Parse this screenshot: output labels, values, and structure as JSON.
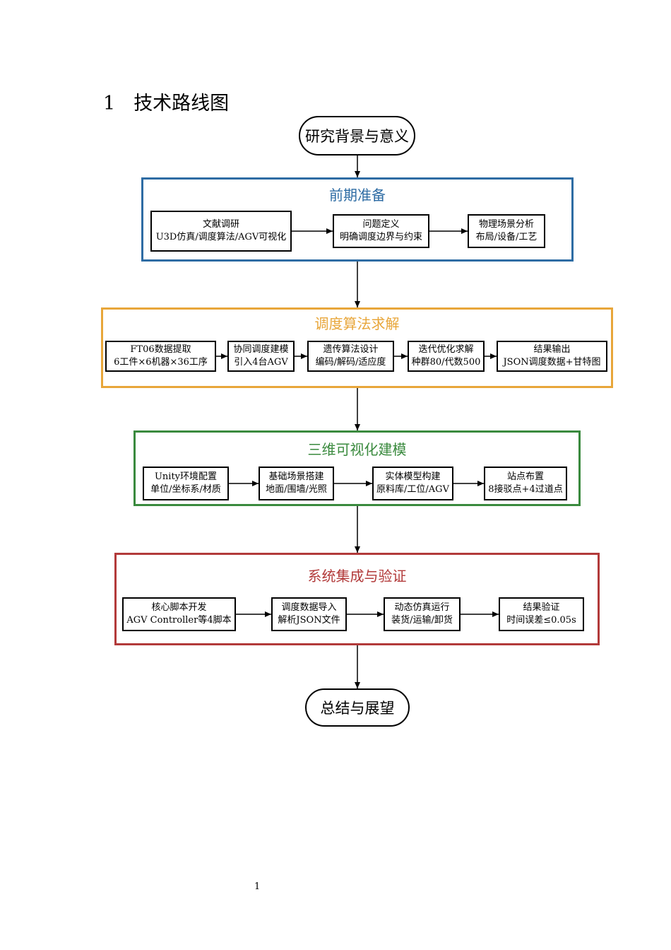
{
  "heading": {
    "number": "1",
    "title": "技术路线图"
  },
  "start_label": "研究背景与意义",
  "end_label": "总结与展望",
  "stages": [
    {
      "title": "前期准备",
      "color": "#2e6ca4",
      "steps": [
        {
          "line1": "文献调研",
          "line2": "U3D仿真/调度算法/AGV可视化"
        },
        {
          "line1": "问题定义",
          "line2": "明确调度边界与约束"
        },
        {
          "line1": "物理场景分析",
          "line2": "布局/设备/工艺"
        }
      ]
    },
    {
      "title": "调度算法求解",
      "color": "#e8a63a",
      "steps": [
        {
          "line1": "FT06数据提取",
          "line2": "6工件×6机器×36工序"
        },
        {
          "line1": "协同调度建模",
          "line2": "引入4台AGV"
        },
        {
          "line1": "遗传算法设计",
          "line2": "编码/解码/适应度"
        },
        {
          "line1": "迭代优化求解",
          "line2": "种群80/代数500"
        },
        {
          "line1": "结果输出",
          "line2": "JSON调度数据+甘特图"
        }
      ]
    },
    {
      "title": "三维可视化建模",
      "color": "#3a8a3e",
      "steps": [
        {
          "line1": "Unity环境配置",
          "line2": "单位/坐标系/材质"
        },
        {
          "line1": "基础场景搭建",
          "line2": "地面/围墙/光照"
        },
        {
          "line1": "实体模型构建",
          "line2": "原料库/工位/AGV"
        },
        {
          "line1": "站点布置",
          "line2": "8接驳点+4过道点"
        }
      ]
    },
    {
      "title": "系统集成与验证",
      "color": "#b23a3a",
      "steps": [
        {
          "line1": "核心脚本开发",
          "line2": "AGV Controller等4脚本"
        },
        {
          "line1": "调度数据导入",
          "line2": "解析JSON文件"
        },
        {
          "line1": "动态仿真运行",
          "line2": "装货/运输/卸货"
        },
        {
          "line1": "结果验证",
          "line2": "时间误差≤0.05s"
        }
      ]
    }
  ],
  "page_number": "1"
}
